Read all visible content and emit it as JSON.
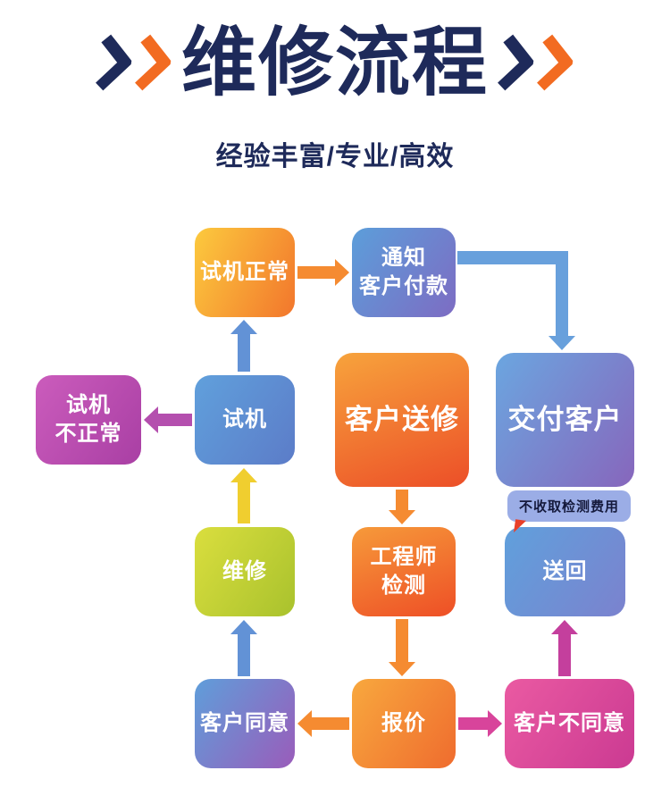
{
  "header": {
    "title": "维修流程",
    "subtitle": "经验丰富/专业/高效"
  },
  "palette": {
    "navy": "#1e2a5a",
    "chevron_orange": "#f26b21",
    "box_yellow_orange": "#f2762c",
    "box_blue": "#60a0dc",
    "box_blue_purple": "#8766bc",
    "box_magenta": "#a93fa4",
    "box_orange_red": "#ec4f28",
    "box_lime": "#a9c22d",
    "box_pink": "#cb3a92",
    "arrow_blue": "#68a0dc",
    "arrow_orange": "#f58b31",
    "arrow_yellow": "#f0ce2f",
    "arrow_magenta": "#b44fae",
    "arrow_pink": "#d8449b"
  },
  "nodes": {
    "test_ok": {
      "label": "试机正常"
    },
    "notify_payment": {
      "label": "通知\n客户付款"
    },
    "test_fail": {
      "label": "试机\n不正常"
    },
    "test": {
      "label": "试机"
    },
    "customer_send": {
      "label": "客户送修"
    },
    "deliver": {
      "label": "交付客户"
    },
    "repair": {
      "label": "维修"
    },
    "engineer_check": {
      "label": "工程师\n检测"
    },
    "send_back": {
      "label": "送回"
    },
    "agree": {
      "label": "客户同意"
    },
    "quote": {
      "label": "报价"
    },
    "disagree": {
      "label": "客户不同意"
    }
  },
  "edges": [
    {
      "from": "customer_send",
      "to": "engineer_check"
    },
    {
      "from": "engineer_check",
      "to": "quote"
    },
    {
      "from": "quote",
      "to": "agree"
    },
    {
      "from": "quote",
      "to": "disagree"
    },
    {
      "from": "agree",
      "to": "repair"
    },
    {
      "from": "repair",
      "to": "test"
    },
    {
      "from": "test",
      "to": "test_ok"
    },
    {
      "from": "test",
      "to": "test_fail"
    },
    {
      "from": "test_ok",
      "to": "notify_payment"
    },
    {
      "from": "notify_payment",
      "to": "deliver"
    },
    {
      "from": "disagree",
      "to": "send_back"
    }
  ],
  "callout": {
    "text": "不收取检测费用"
  }
}
